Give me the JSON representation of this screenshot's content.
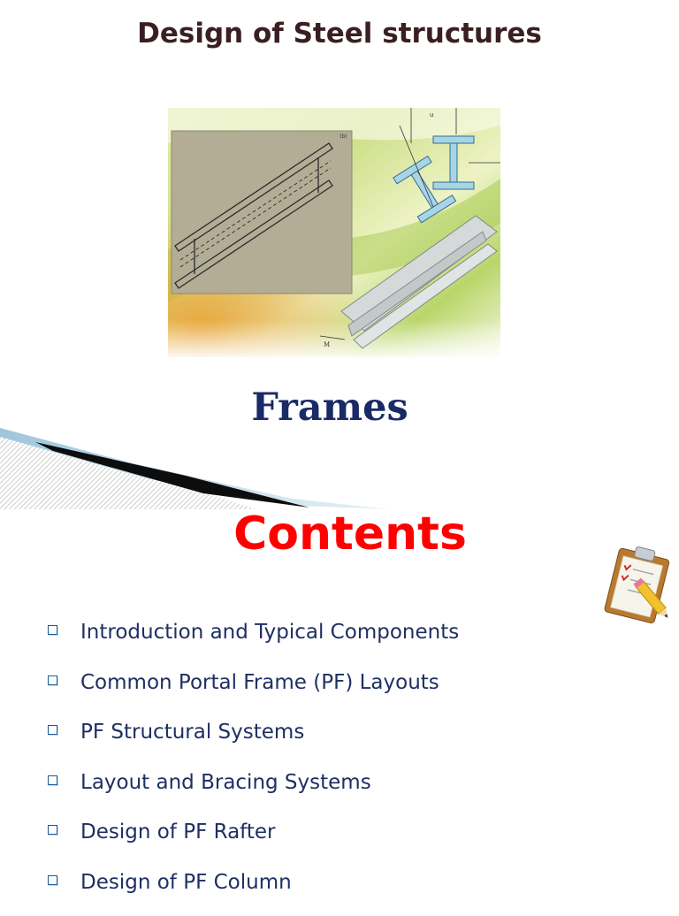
{
  "slide1": {
    "title": "Design of Steel structures",
    "subtitle": "Frames"
  },
  "slide2": {
    "heading": "Contents",
    "items": [
      "Introduction and Typical Components",
      "Common Portal Frame (PF) Layouts",
      "PF Structural Systems",
      "Layout and Bracing Systems",
      "Design of PF Rafter",
      "Design of PF Column"
    ]
  },
  "icons": [
    "clipboard-pencil-icon",
    "bullet-square-icon"
  ],
  "colors": {
    "title": "#3a1f22",
    "subtitle": "#1a2a66",
    "heading": "#ff0000",
    "bullet_text": "#1e2f63"
  }
}
